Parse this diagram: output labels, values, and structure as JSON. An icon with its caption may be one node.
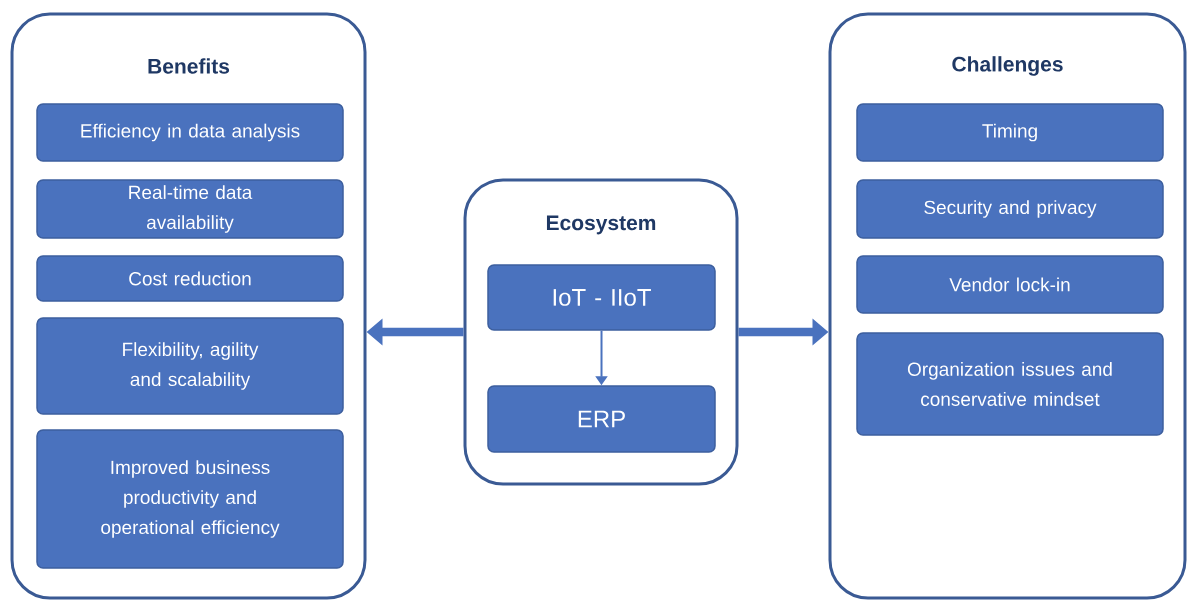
{
  "diagram": {
    "nodes": [
      {
        "text": [
          "Benefits"
        ]
      },
      {
        "text": [
          "Efficiency in data analysis"
        ],
        "in": 0
      },
      {
        "text": [
          "Real-time data availability"
        ],
        "in": 0
      },
      {
        "text": [
          "Cost reduction"
        ],
        "in": 0
      },
      {
        "text": [
          "Flexibility, agility and scalability"
        ],
        "in": 0
      },
      {
        "text": [
          "Improved business productivity and operational efficiency"
        ],
        "in": 0
      },
      {
        "text": [
          "Ecosystem"
        ]
      },
      {
        "text": [
          "IoT - IIoT"
        ],
        "in": 6
      },
      {
        "text": [
          "ERP"
        ],
        "in": 6
      },
      {
        "text": [
          "Challenges"
        ]
      },
      {
        "text": [
          "Timing"
        ],
        "in": 9
      },
      {
        "text": [
          "Security and privacy"
        ],
        "in": 9
      },
      {
        "text": [
          "Vendor lock-in"
        ],
        "in": 9
      },
      {
        "text": [
          "Organization issues and conservative mindset"
        ],
        "in": 9
      }
    ],
    "edges": [
      {
        "from": 6,
        "to": 0,
        "arrow": "to"
      },
      {
        "from": 7,
        "to": 8,
        "arrow": "to"
      },
      {
        "from": 6,
        "to": 9,
        "arrow": "to"
      }
    ]
  }
}
